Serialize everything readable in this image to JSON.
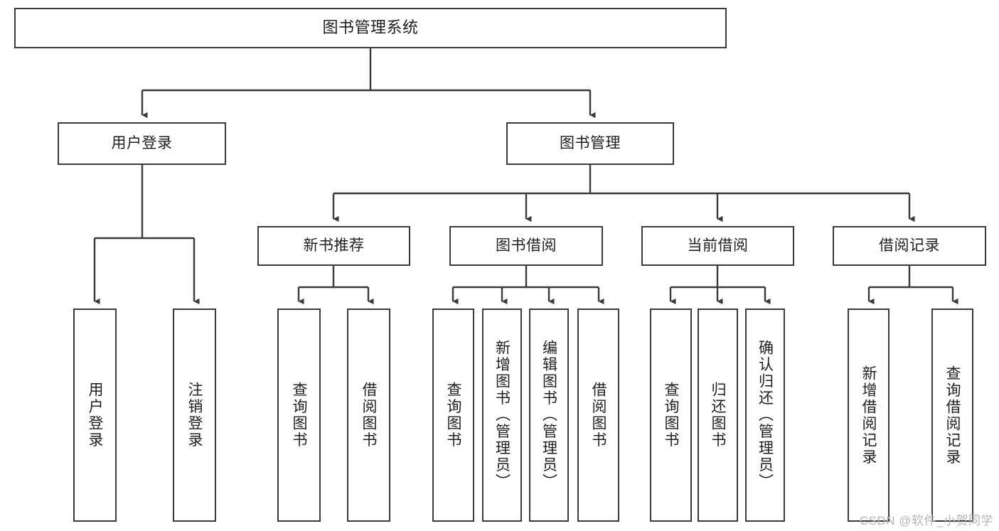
{
  "diagram": {
    "title": "图书管理系统",
    "type": "tree-hierarchy-diagram",
    "colors": {
      "border": "#3a3a3a",
      "background": "#ffffff",
      "text": "#1f1f1f",
      "watermark": "#b4b4b4"
    },
    "watermark": "CSDN @软件_小贺同学",
    "nodes": {
      "root": {
        "label": "图书管理系统"
      },
      "level2": [
        {
          "label": "用户登录"
        },
        {
          "label": "图书管理"
        }
      ],
      "level3": [
        {
          "label": "新书推荐"
        },
        {
          "label": "图书借阅"
        },
        {
          "label": "当前借阅"
        },
        {
          "label": "借阅记录"
        }
      ],
      "leaves": {
        "user_login": [
          {
            "label": "用户登录"
          },
          {
            "label": "注销登录"
          }
        ],
        "new_book_recommend": [
          {
            "label": "查询图书"
          },
          {
            "label": "借阅图书"
          }
        ],
        "book_borrow": [
          {
            "label": "查询图书"
          },
          {
            "label": "新增图书（管理员）"
          },
          {
            "label": "编辑图书（管理员）"
          },
          {
            "label": "借阅图书"
          }
        ],
        "current_borrow": [
          {
            "label": "查询图书"
          },
          {
            "label": "归还图书"
          },
          {
            "label": "确认归还（管理员）"
          }
        ],
        "borrow_record": [
          {
            "label": "新增借阅记录"
          },
          {
            "label": "查询借阅记录"
          }
        ]
      }
    }
  }
}
